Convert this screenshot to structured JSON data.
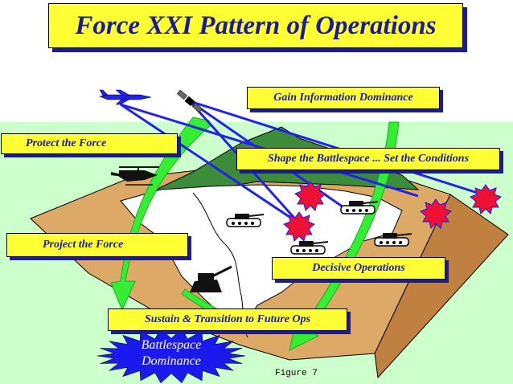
{
  "title": "Force XXI Pattern of Operations",
  "labels": {
    "gain_information_dominance": "Gain Information Dominance",
    "protect_the_force": "Protect the Force",
    "shape_the_battlespace": "Shape the Battlespace ... Set the Conditions",
    "project_the_force": "Project the Force",
    "decisive_operations": "Decisive Operations",
    "sustain_transition": "Sustain & Transition to Future Ops"
  },
  "battlespace_dominance": {
    "line1": "Battlespace",
    "line2": "Dominance"
  },
  "figure_label": "Figure 7",
  "colors": {
    "label_fill": "#ffff33",
    "label_text": "#1a1a9a",
    "background_panel": "#ccffcc",
    "terrain": "#d8a060",
    "mountain": "#3c8c3c",
    "arrow": "#33ee33",
    "link_line": "#2222ee",
    "burst": "#ee1133",
    "burst_outline": "#1a1aee",
    "dominance_burst": "#1a1aee"
  },
  "icons": [
    "aircraft-icon",
    "satellite-icon",
    "helicopter-icon",
    "tank-icon",
    "artillery-icon",
    "explosion-icon"
  ]
}
